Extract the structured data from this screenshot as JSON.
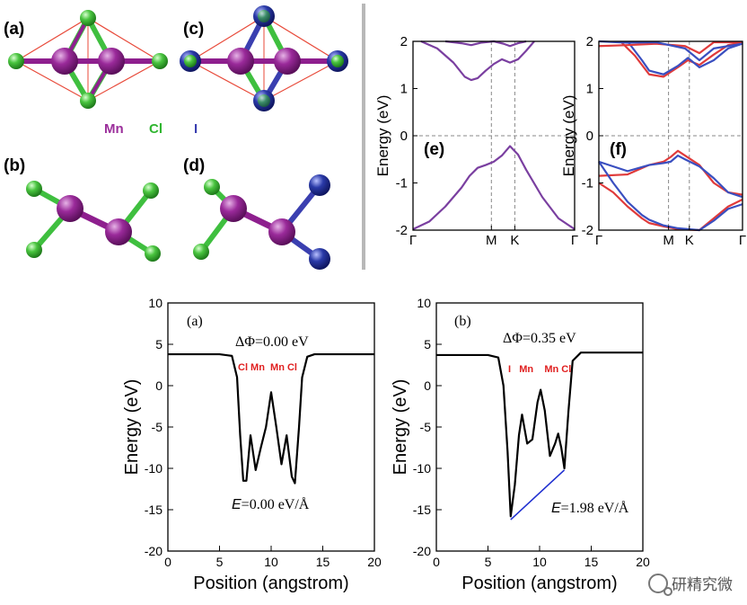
{
  "structure": {
    "panel_labels": [
      "(a)",
      "(b)",
      "(c)",
      "(d)"
    ],
    "legend": [
      {
        "text": "Mn",
        "color": "#9b2f9b"
      },
      {
        "text": "Cl",
        "color": "#2fb52f"
      },
      {
        "text": "I",
        "color": "#3a3fb0"
      }
    ],
    "atom_colors": {
      "Mn": "#8e1f8e",
      "Cl": "#3fbf3f",
      "I": "#1f2f9a"
    }
  },
  "band_panels": [
    {
      "label": "(e)",
      "ylabel": "Energy (eV)"
    },
    {
      "label": "(f)",
      "ylabel": "Energy (eV)"
    }
  ],
  "potential_panels": [
    {
      "label": "(a)",
      "delta_phi": "ΔΦ=0.00 eV",
      "field_E": "E",
      "field_rest": "=0.00 eV/Å",
      "atoms": "Cl Mn  Mn Cl"
    },
    {
      "label": "(b)",
      "delta_phi": "ΔΦ=0.35 eV",
      "field_E": "E",
      "field_rest": "=1.98 eV/Å",
      "atoms": "I   Mn    Mn Cl"
    }
  ],
  "watermark": "研精究微",
  "chart_data": [
    {
      "type": "line",
      "title": "",
      "xlabel": "",
      "ylabel": "Energy (eV)",
      "x_ticks": [
        "Γ",
        "M",
        "K",
        "Γ"
      ],
      "ylim": [
        -2,
        2
      ],
      "y_ticks": [
        "2",
        "1",
        "0",
        "-1",
        "-2"
      ],
      "series": [
        {
          "color": "#7a3fa0",
          "x": [
            0,
            0.1,
            0.2,
            0.25,
            0.3,
            0.35,
            0.4,
            0.45,
            0.5,
            0.55,
            0.6,
            0.65,
            0.7,
            0.8,
            0.9,
            1.0
          ],
          "y": [
            -1.98,
            -1.82,
            -1.5,
            -1.3,
            -1.1,
            -0.85,
            -0.68,
            -0.62,
            -0.55,
            -0.42,
            -0.22,
            -0.4,
            -0.72,
            -1.3,
            -1.75,
            -1.98
          ]
        },
        {
          "color": "#7a3fa0",
          "x": [
            0.05,
            0.15,
            0.25,
            0.32,
            0.36,
            0.4,
            0.45,
            0.5,
            0.55,
            0.6,
            0.65,
            0.7,
            0.75
          ],
          "y": [
            2.0,
            1.85,
            1.55,
            1.25,
            1.18,
            1.22,
            1.38,
            1.52,
            1.62,
            1.55,
            1.62,
            1.8,
            2.0
          ]
        },
        {
          "color": "#7a3fa0",
          "x": [
            0.2,
            0.3,
            0.36,
            0.42,
            0.5,
            0.56,
            0.6,
            0.65,
            0.7
          ],
          "y": [
            2.0,
            1.96,
            1.92,
            1.97,
            2.0,
            1.95,
            1.9,
            1.96,
            2.0
          ]
        }
      ]
    },
    {
      "type": "line",
      "title": "",
      "xlabel": "",
      "ylabel": "Energy (eV)",
      "x_ticks": [
        "Γ",
        "M",
        "K",
        "Γ"
      ],
      "ylim": [
        -2,
        2
      ],
      "y_ticks": [
        "2",
        "1",
        "0",
        "-1",
        "-2"
      ],
      "series": [
        {
          "color": "#e03a3a",
          "x": [
            0,
            0.2,
            0.35,
            0.45,
            0.5,
            0.55,
            0.6,
            0.7,
            0.8,
            0.9,
            1.0
          ],
          "y": [
            -0.85,
            -0.82,
            -0.62,
            -0.55,
            -0.45,
            -0.32,
            -0.42,
            -0.62,
            -1.0,
            -1.2,
            -1.25
          ]
        },
        {
          "color": "#3a4fc0",
          "x": [
            0,
            0.2,
            0.35,
            0.45,
            0.5,
            0.55,
            0.6,
            0.7,
            0.8,
            0.9,
            1.0
          ],
          "y": [
            -0.55,
            -0.75,
            -0.62,
            -0.58,
            -0.55,
            -0.42,
            -0.5,
            -0.65,
            -0.9,
            -1.2,
            -1.3
          ]
        },
        {
          "color": "#e03a3a",
          "x": [
            0,
            0.1,
            0.2,
            0.3,
            0.35,
            0.45,
            0.55,
            0.7,
            0.8,
            0.9,
            1.0
          ],
          "y": [
            -1.0,
            -1.2,
            -1.5,
            -1.75,
            -1.85,
            -1.92,
            -1.98,
            -2.0,
            -1.75,
            -1.5,
            -1.35
          ]
        },
        {
          "color": "#3a4fc0",
          "x": [
            0,
            0.1,
            0.2,
            0.3,
            0.35,
            0.45,
            0.55,
            0.7,
            0.8,
            0.9,
            1.0
          ],
          "y": [
            -0.55,
            -1.0,
            -1.4,
            -1.68,
            -1.78,
            -1.9,
            -1.96,
            -2.0,
            -1.8,
            -1.55,
            -1.45
          ]
        },
        {
          "color": "#e03a3a",
          "x": [
            0.15,
            0.25,
            0.35,
            0.45,
            0.55,
            0.62,
            0.7,
            0.8,
            0.9,
            1.0
          ],
          "y": [
            2.0,
            1.7,
            1.3,
            1.25,
            1.45,
            1.6,
            1.5,
            1.72,
            1.92,
            1.98
          ]
        },
        {
          "color": "#3a4fc0",
          "x": [
            0.2,
            0.3,
            0.35,
            0.45,
            0.55,
            0.62,
            0.7,
            0.8,
            0.9,
            1.0
          ],
          "y": [
            2.0,
            1.6,
            1.38,
            1.3,
            1.48,
            1.65,
            1.45,
            1.6,
            1.85,
            1.95
          ]
        },
        {
          "color": "#e03a3a",
          "x": [
            0,
            0.2,
            0.4,
            0.6,
            0.7,
            0.8,
            1.0
          ],
          "y": [
            1.9,
            1.92,
            1.95,
            1.9,
            1.75,
            1.98,
            1.98
          ]
        },
        {
          "color": "#3a4fc0",
          "x": [
            0,
            0.2,
            0.4,
            0.6,
            0.7,
            0.8,
            1.0
          ],
          "y": [
            2.0,
            1.97,
            1.98,
            1.85,
            1.6,
            1.85,
            1.95
          ]
        }
      ]
    },
    {
      "type": "line",
      "title": "",
      "xlabel": "Position (angstrom)",
      "ylabel": "Energy (eV)",
      "xlim": [
        0,
        20
      ],
      "ylim": [
        -20,
        10
      ],
      "x_ticks": [
        0,
        5,
        10,
        15,
        20
      ],
      "y_ticks": [
        10,
        5,
        0,
        -5,
        -10,
        -15,
        -20
      ],
      "series": [
        {
          "color": "#000000",
          "x": [
            0,
            5,
            6.2,
            6.7,
            7.0,
            7.3,
            7.6,
            8.0,
            8.5,
            9.0,
            9.5,
            10.0,
            10.5,
            11.0,
            11.5,
            12.0,
            12.3,
            12.7,
            13.0,
            13.5,
            14.2,
            20
          ],
          "y": [
            3.8,
            3.8,
            3.6,
            1.0,
            -6.0,
            -11.5,
            -11.5,
            -6.0,
            -10.2,
            -7.5,
            -5.0,
            -0.8,
            -5.0,
            -9.5,
            -6.0,
            -11.0,
            -11.8,
            -5.0,
            1.0,
            3.5,
            3.8,
            3.8
          ]
        }
      ]
    },
    {
      "type": "line",
      "title": "",
      "xlabel": "Position (angstrom)",
      "ylabel": "Energy (eV)",
      "xlim": [
        0,
        20
      ],
      "ylim": [
        -20,
        10
      ],
      "x_ticks": [
        0,
        5,
        10,
        15,
        20
      ],
      "y_ticks": [
        10,
        5,
        0,
        -5,
        -10,
        -15,
        -20
      ],
      "series": [
        {
          "color": "#000000",
          "x": [
            0,
            5,
            6.0,
            6.5,
            6.9,
            7.2,
            7.6,
            8.0,
            8.3,
            8.8,
            9.3,
            9.8,
            10.1,
            10.5,
            11.0,
            11.5,
            11.8,
            12.1,
            12.4,
            12.8,
            13.2,
            14.0,
            20
          ],
          "y": [
            3.7,
            3.7,
            3.4,
            0.0,
            -8.0,
            -15.8,
            -12.0,
            -6.0,
            -3.5,
            -7.0,
            -6.5,
            -2.0,
            -0.5,
            -3.0,
            -8.5,
            -7.0,
            -5.8,
            -7.5,
            -10.0,
            -3.0,
            3.0,
            4.0,
            4.0
          ]
        },
        {
          "color": "#1f2fd0",
          "x": [
            7.2,
            12.4
          ],
          "y": [
            -16.2,
            -10.2
          ]
        }
      ]
    }
  ]
}
